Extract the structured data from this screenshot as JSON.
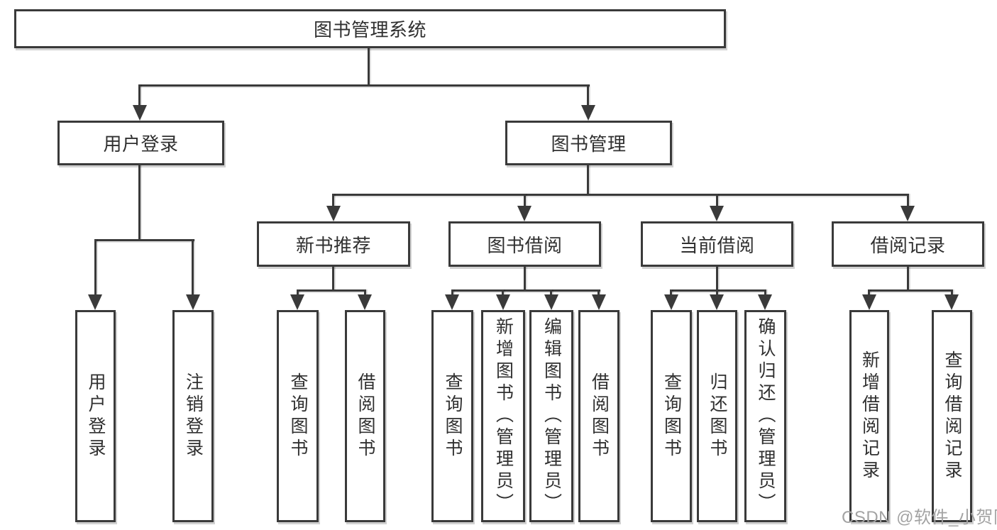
{
  "diagram": {
    "title": "图书管理系统",
    "branches": [
      {
        "label": "用户登录",
        "children": [
          {
            "label": "用户登录"
          },
          {
            "label": "注销登录"
          }
        ]
      },
      {
        "label": "图书管理",
        "children": [
          {
            "label": "新书推荐",
            "children": [
              {
                "label": "查询图书"
              },
              {
                "label": "借阅图书"
              }
            ]
          },
          {
            "label": "图书借阅",
            "children": [
              {
                "label": "查询图书"
              },
              {
                "label": "新增图书（管理员）"
              },
              {
                "label": "编辑图书（管理员）"
              },
              {
                "label": "借阅图书"
              }
            ]
          },
          {
            "label": "当前借阅",
            "children": [
              {
                "label": "查询图书"
              },
              {
                "label": "归还图书"
              },
              {
                "label": "确认归还（管理员）"
              }
            ]
          },
          {
            "label": "借阅记录",
            "children": [
              {
                "label": "新增借阅记录"
              },
              {
                "label": "查询借阅记录"
              }
            ]
          }
        ]
      }
    ]
  },
  "watermark": {
    "text": "CSDN @软件_小贺同学"
  },
  "colors": {
    "line": "#3a3a3a",
    "text": "#303030",
    "background": "#ffffff",
    "watermark": "#a3a3a3"
  }
}
